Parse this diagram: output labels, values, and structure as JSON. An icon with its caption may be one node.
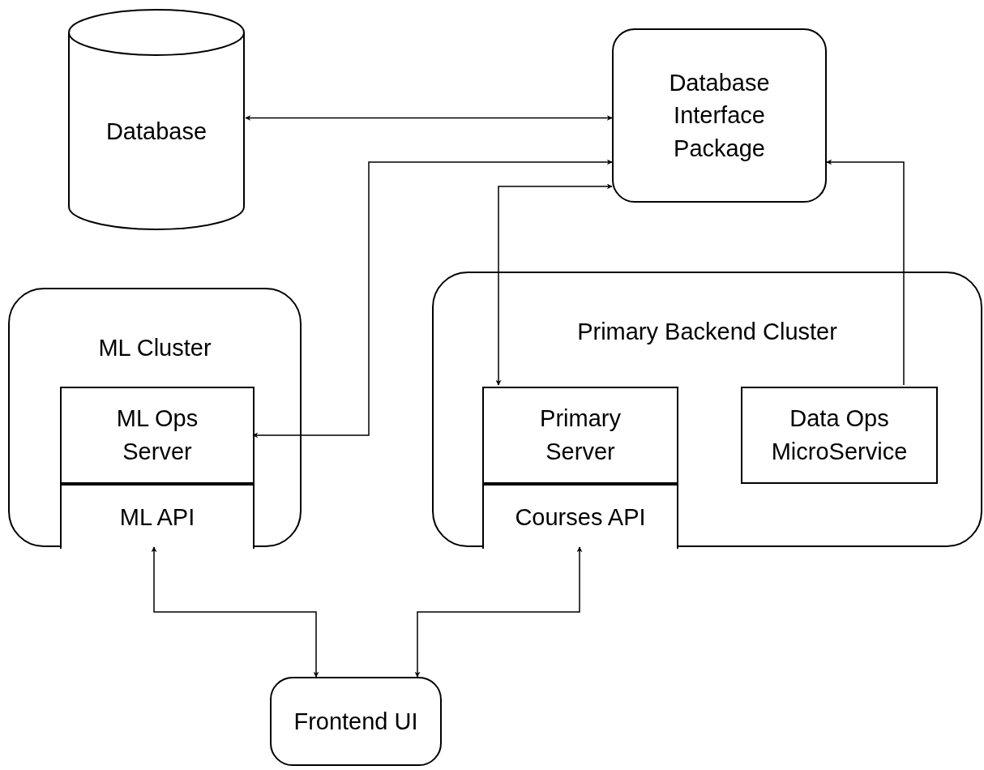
{
  "diagram": {
    "nodes": [
      {
        "text": [
          "Database"
        ]
      },
      {
        "text": [
          "Database Interface Package"
        ]
      },
      {
        "text": [
          "ML Cluster"
        ]
      },
      {
        "text": [
          "ML Ops Server"
        ],
        "in": 2
      },
      {
        "text": [
          "ML API"
        ],
        "in": 2
      },
      {
        "text": [
          "Primary Backend Cluster"
        ]
      },
      {
        "text": [
          "Primary Server"
        ],
        "in": 5
      },
      {
        "text": [
          "Courses API"
        ],
        "in": 5
      },
      {
        "text": [
          "Data Ops MicroService"
        ],
        "in": 5
      },
      {
        "text": [
          "Frontend UI"
        ]
      }
    ],
    "edges": [
      {
        "from": 0,
        "to": 1,
        "arrow": "both"
      },
      {
        "from": 3,
        "to": 1,
        "arrow": "both"
      },
      {
        "from": 6,
        "to": 1,
        "arrow": "both"
      },
      {
        "from": 8,
        "to": 1,
        "arrow": "to"
      },
      {
        "from": 4,
        "to": 9,
        "arrow": "both"
      },
      {
        "from": 7,
        "to": 9,
        "arrow": "both"
      }
    ]
  }
}
